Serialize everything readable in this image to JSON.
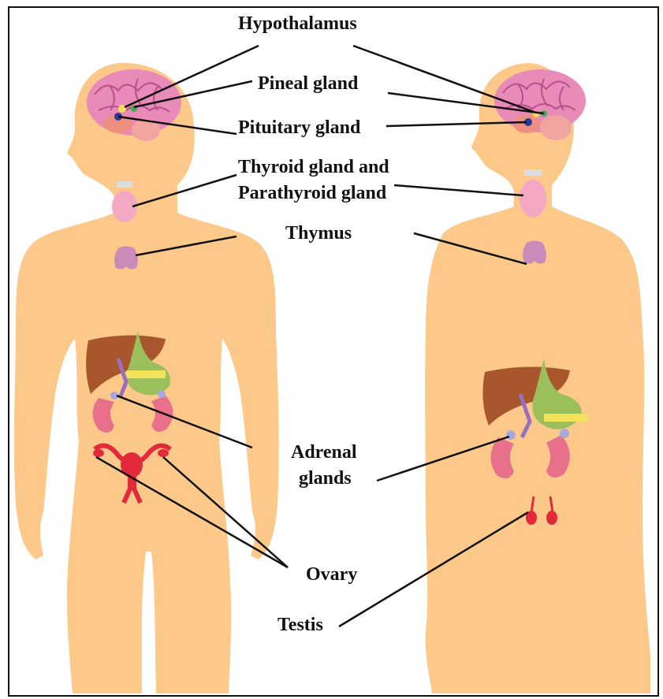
{
  "labels": {
    "hypothalamus": "Hypothalamus",
    "pineal": "Pineal gland",
    "pituitary": "Pituitary gland",
    "thyroid_line1": "Thyroid gland and",
    "thyroid_line2": "Parathyroid gland",
    "thymus": "Thymus",
    "adrenal_line1": "Adrenal",
    "adrenal_line2": "glands",
    "ovary": "Ovary",
    "testis": "Testis"
  },
  "colors": {
    "skin": "#fcc98b",
    "brain": "#e88bb8",
    "brain_stem": "#ef8f80",
    "thyroid": "#f4a8c4",
    "thymus": "#c98bb8",
    "liver": "#a8562b",
    "stomach": "#9bbf5a",
    "kidney": "#e8708a",
    "adrenal": "#a9a7e0",
    "reproductive": "#e22a3a",
    "line": "#111111"
  },
  "figures": [
    "female-body",
    "male-body"
  ]
}
